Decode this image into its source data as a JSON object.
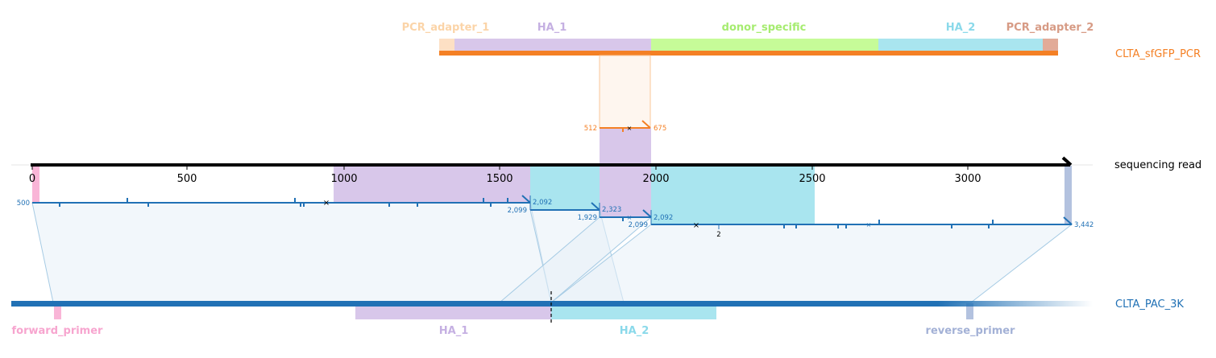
{
  "colors": {
    "pcr_adapter_1": "#fde0c4",
    "ha_1": "#d8c7ea",
    "donor_specific": "#c6fb98",
    "ha_2": "#a9e5ef",
    "pcr_adapter_2": "#e2ab98",
    "forward_primer": "#f9b5d7",
    "reverse_primer": "#b3c2df",
    "pcr_line": "#f48025",
    "ref_line": "#2171b5",
    "read_axis": "#000000",
    "pcr_label_hA1": "#fbd4a8",
    "ha1_label": "#c5b0e2",
    "donor_label": "#a6ec70",
    "ha2_label": "#8ad9ea",
    "adapter2_label": "#d79b85",
    "fwd_label": "#f7a5cf",
    "rev_label": "#a3b1d6"
  },
  "pcr_track": {
    "name": "CLTA_sfGFP_PCR",
    "features": [
      {
        "label": "PCR_adapter_1",
        "key": "pcr_adapter_1"
      },
      {
        "label": "HA_1",
        "key": "ha_1"
      },
      {
        "label": "donor_specific",
        "key": "donor_specific"
      },
      {
        "label": "HA_2",
        "key": "ha_2"
      },
      {
        "label": "PCR_adapter_2",
        "key": "pcr_adapter_2"
      }
    ],
    "alignment_start": "512",
    "alignment_end": "675"
  },
  "read_track": {
    "name": "sequencing read",
    "ticks": [
      "0",
      "500",
      "1000",
      "1500",
      "2000",
      "2500",
      "3000"
    ]
  },
  "alignments": [
    {
      "start": "500",
      "end": "2,092"
    },
    {
      "start": "2,099",
      "end": "2,323"
    },
    {
      "start": "1,929",
      "end": "2,092"
    },
    {
      "start": "2,099",
      "end": "3,442"
    }
  ],
  "indel_mark": "2",
  "ref_track": {
    "name": "CLTA_PAC_3K",
    "features": [
      {
        "label": "forward_primer",
        "key": "forward_primer"
      },
      {
        "label": "HA_1",
        "key": "ha_1"
      },
      {
        "label": "HA_2",
        "key": "ha_2"
      },
      {
        "label": "reverse_primer",
        "key": "reverse_primer"
      }
    ]
  }
}
